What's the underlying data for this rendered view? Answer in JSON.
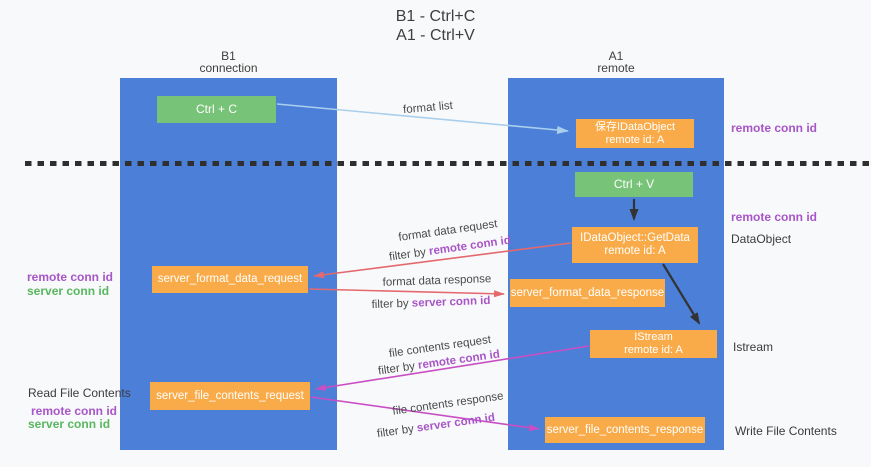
{
  "title": {
    "line1": "B1 - Ctrl+C",
    "line2": "A1 - Ctrl+V"
  },
  "columns": {
    "b1": {
      "name": "B1",
      "subtitle": "connection"
    },
    "a1": {
      "name": "A1",
      "subtitle": "remote"
    }
  },
  "boxes": {
    "ctrl_c": {
      "label": "Ctrl + C"
    },
    "save_idataobject": {
      "line1": "保存IDataObject",
      "line2": "remote id: A"
    },
    "ctrl_v": {
      "label": "Ctrl + V"
    },
    "getdata": {
      "line1": "IDataObject::GetData",
      "line2": "remote id: A"
    },
    "istream": {
      "line1": "IStream",
      "line2": "remote id: A"
    },
    "server_format_data_request": {
      "label": "server_format_data_request"
    },
    "server_format_data_response": {
      "label": "server_format_data_response"
    },
    "server_file_contents_request": {
      "label": "server_file_contents_request"
    },
    "server_file_contents_response": {
      "label": "server_file_contents_response"
    }
  },
  "flow_labels": {
    "format_list": "format list",
    "format_data_request": "format data request",
    "format_data_request_filter": {
      "prefix": "filter by ",
      "id": "remote conn id"
    },
    "format_data_response": "format data response",
    "format_data_response_filter": {
      "prefix": "filter by ",
      "id": "server conn id"
    },
    "file_contents_request": "file contents request",
    "file_contents_request_filter": {
      "prefix": "filter by ",
      "id": "remote conn id"
    },
    "file_contents_response": "file contents response",
    "file_contents_response_filter": {
      "prefix": "filter by ",
      "id": "server conn id"
    }
  },
  "side_labels": {
    "right_remote_conn_id_top": "remote conn id",
    "right_remote_conn_id_mid": "remote conn id",
    "right_dataobject": "DataObject",
    "right_istream": "Istream",
    "right_write_file_contents": "Write File Contents",
    "left_remote_conn_id_mid": "remote conn id",
    "left_server_conn_id_mid": "server conn id",
    "left_read_file_contents": "Read File Contents",
    "left_remote_conn_id_bottom": "remote conn id",
    "left_server_conn_id_bottom": "server conn id"
  },
  "colors": {
    "background": "#f8f9fa",
    "column_blue": "#4c80d8",
    "box_green": "#77c378",
    "box_orange": "#f9ab49",
    "arrow_blue": "#a9cfec",
    "arrow_black": "#333333",
    "arrow_red": "#e4696f",
    "arrow_magenta": "#c94ec4",
    "label_purple": "#a855c8",
    "label_green": "#58b75f",
    "text_dark": "#3b3b3b"
  }
}
